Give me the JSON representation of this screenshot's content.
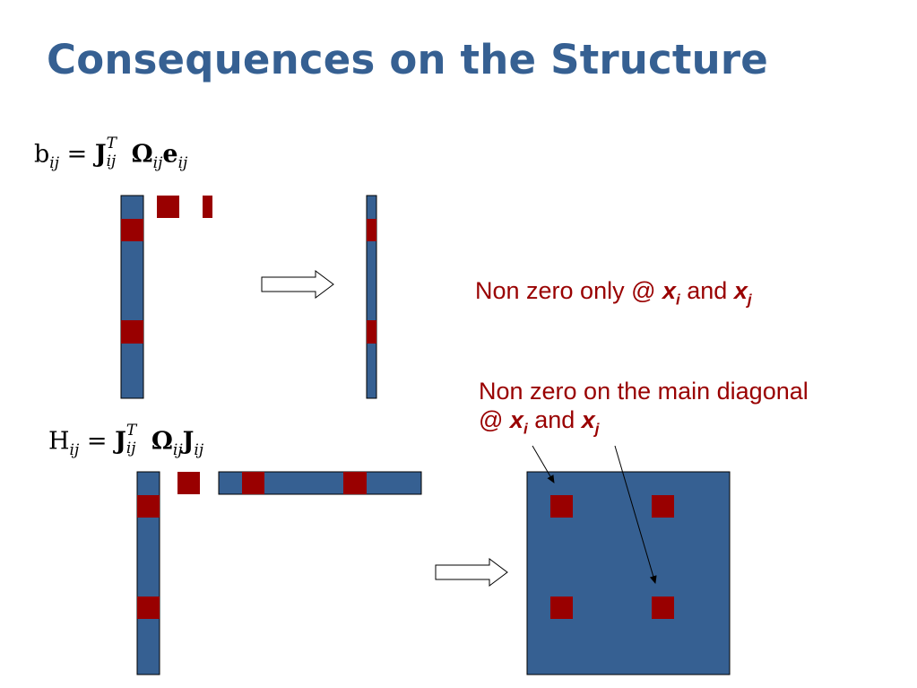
{
  "slide": {
    "title": "Consequences on the Structure",
    "eq_b": {
      "lhs": "b",
      "lhs_sub": "ij",
      "equals": "=",
      "j": "J",
      "j_sup": "T",
      "j_sub": "ij",
      "omega": "Ω",
      "omega_sub": "ij",
      "e": "e",
      "e_sub": "ij"
    },
    "eq_h": {
      "lhs": "H",
      "lhs_sub": "ij",
      "equals": "=",
      "j": "J",
      "j_sup": "T",
      "j_sub": "ij",
      "omega": "Ω",
      "omega_sub": "ij",
      "j2": "J",
      "j2_sub": "ij"
    },
    "note_vector": {
      "text": "Non zero only @ ",
      "xi": "x",
      "xi_sub": "i",
      "and": " and ",
      "xj": "x",
      "xj_sub": "j"
    },
    "note_matrix": {
      "line1": "Non zero on the main diagonal",
      "at": "@ ",
      "xi": "x",
      "xi_sub": "i",
      "and": " and ",
      "xj": "x",
      "xj_sub": "j"
    },
    "colors": {
      "title": "#366092",
      "block_blue": "#366092",
      "block_red": "#990000",
      "note_red": "#990000"
    }
  }
}
